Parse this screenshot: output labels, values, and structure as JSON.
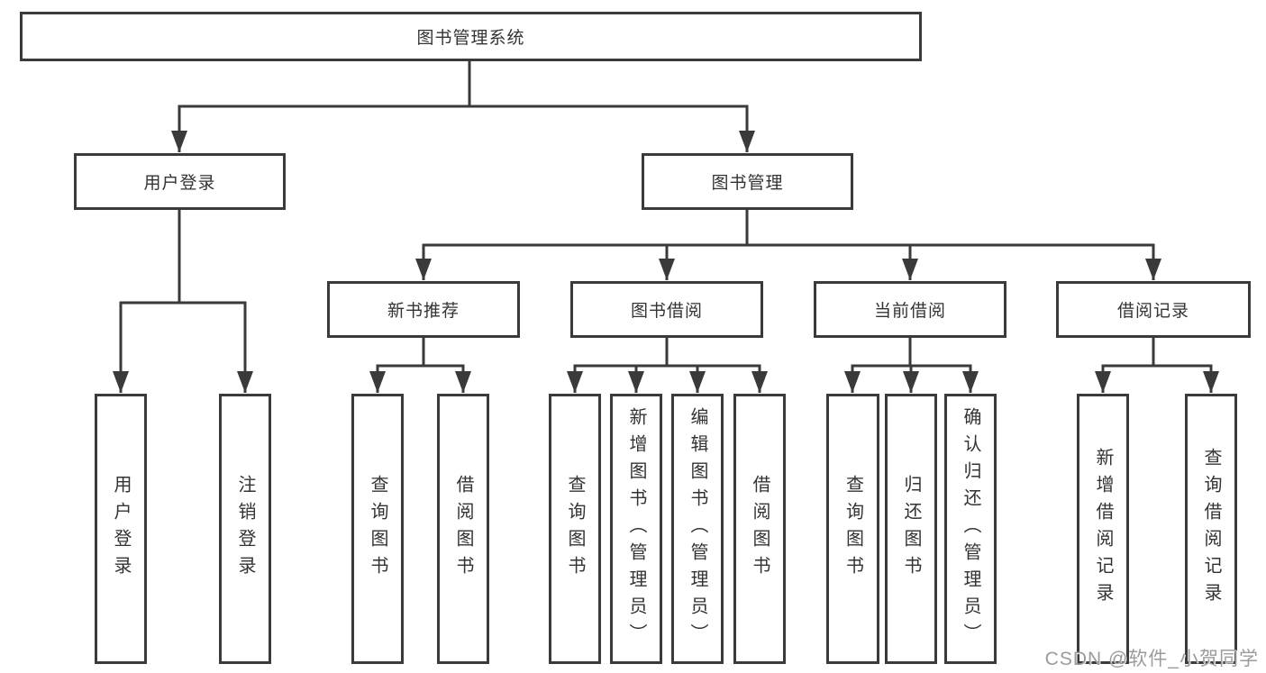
{
  "diagram": {
    "root": {
      "label": "图书管理系统"
    },
    "children": [
      {
        "label": "用户登录",
        "children": [
          {
            "label": "用户登录"
          },
          {
            "label": "注销登录"
          }
        ]
      },
      {
        "label": "图书管理",
        "children": [
          {
            "label": "新书推荐",
            "children": [
              {
                "label": "查询图书"
              },
              {
                "label": "借阅图书"
              }
            ]
          },
          {
            "label": "图书借阅",
            "children": [
              {
                "label": "查询图书"
              },
              {
                "label": "新增图书（管理员）"
              },
              {
                "label": "编辑图书（管理员）"
              },
              {
                "label": "借阅图书"
              }
            ]
          },
          {
            "label": "当前借阅",
            "children": [
              {
                "label": "查询图书"
              },
              {
                "label": "归还图书"
              },
              {
                "label": "确认归还（管理员）"
              }
            ]
          },
          {
            "label": "借阅记录",
            "children": [
              {
                "label": "新增借阅记录"
              },
              {
                "label": "查询借阅记录"
              }
            ]
          }
        ]
      }
    ]
  },
  "watermark": {
    "text": "CSDN @软件_小贺同学"
  },
  "colors": {
    "line": "#3a3a3a",
    "text": "#333333",
    "box_background": "#ffffff",
    "watermark": "#9b9b9b",
    "background": "#ffffff"
  }
}
